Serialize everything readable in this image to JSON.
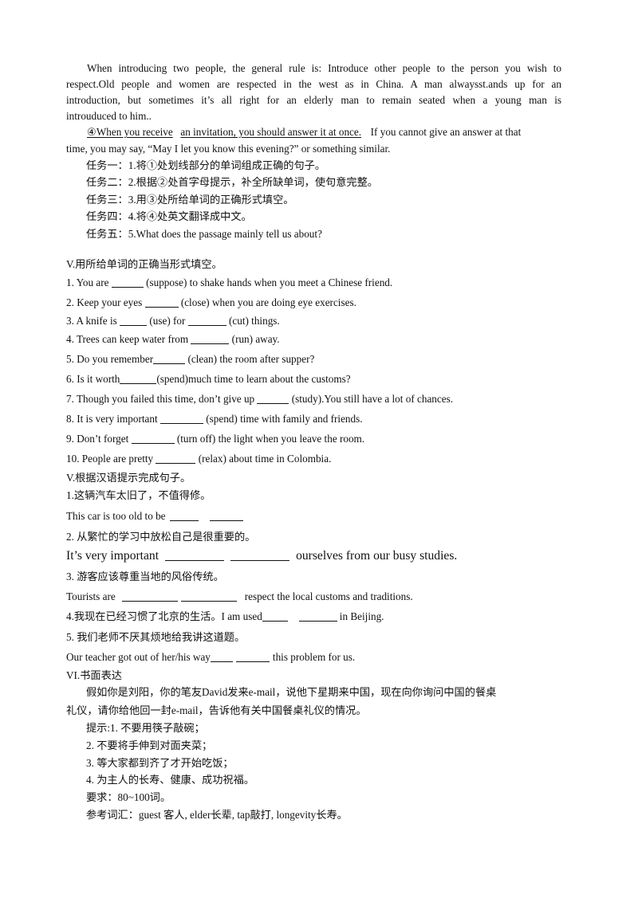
{
  "reading": {
    "para1": [
      "When introducing  two people, the general rule is: Introduce other people to the person you wish to",
      "respect.Old people and women are respected in the west as in China. A man alwaysst.ands up for an",
      "introduction, but sometimes it’s all right for an elderly man to remain seated when a young man is",
      "introuduced to him.."
    ],
    "para2_lead": "④When you receive",
    "para2_underlined": "an invitation, you should answer it at once.",
    "para2_rest": "If you cannot give an answer at that",
    "para2_line2": "time, you may say, “May I let you know this evening?” or something similar.",
    "tasks": [
      "任务一：1.将①处划线部分的单词组成正确的句子。",
      "任务二：2.根据②处首字母提示，补全所缺单词，使句意完整。",
      "任务三：3.用③处所给单词的正确形式填空。",
      "任务四：4.将④处英文翻译成中文。",
      "任务五：5.What does the passage mainly tell us about?"
    ]
  },
  "section5a": {
    "heading": "V.用所给单词的正确当形式填空。",
    "items": [
      [
        "1. You are ",
        " (suppose) to shake hands when you meet a Chinese friend."
      ],
      [
        "2. Keep your eyes ",
        " (close) when you are doing eye exercises."
      ],
      [
        "3. A knife is ",
        " (use) for ",
        " (cut) things."
      ],
      [
        "4. Trees can keep water from ",
        " (run) away."
      ],
      [
        "5. Do you remember",
        " (clean) the room after supper?"
      ],
      [
        "6. Is it worth",
        "(spend)much time to learn about the customs?"
      ],
      [
        "7. Though  you failed this time, don’t give up ",
        " (study).You still have a lot of chances."
      ],
      [
        "8. It is  very important ",
        " (spend) time with family and friends."
      ],
      [
        "9. Don’t forget ",
        " (turn off) the light when you leave the room."
      ],
      [
        "10. People are pretty ",
        " (relax) about time in Colombia."
      ]
    ]
  },
  "section5b": {
    "heading": "V.根据汉语提示完成句子。",
    "q1_cn": "1.这辆汽车太旧了，不值得修。",
    "q1_en": "This car  is too old to be",
    "q2_cn": "2. 从繁忙的学习中放松自己是很重要的。",
    "q2_en_a": "It’s very important",
    "q2_en_b": "ourselves from our busy studies.",
    "q3_cn": "3. 游客应该尊重当地的风俗传统。",
    "q3_en_a": "Tourists are",
    "q3_en_b": "respect the local customs and traditions.",
    "q4_cn": "4.我现在已经习惯了北京的生活。I am used",
    "q4_en_b": "in Beijing.",
    "q5_cn": "5. 我们老师不厌其烦地给我讲这道题。",
    "q5_en_a": "Our teacher got out of her/his way",
    "q5_en_b": "this problem for us."
  },
  "section6": {
    "heading": "VI.书面表达",
    "prompt": [
      "假如你是刘阳，你的笔友David发来e-mail，说他下星期来中国，现在向你询问中国的餐桌",
      "礼仪，请你给他回一封e-mail，告诉他有关中国餐桌礼仪的情况。"
    ],
    "hints": [
      "提示:1. 不要用筷子敲碗；",
      "2. 不要将手伸到对面夹菜；",
      "3. 等大家都到齐了才开始吃饭；",
      "4. 为主人的长寿、健康、成功祝福。",
      "要求：80~100词。",
      "参考词汇：guest 客人, elder长辈, tap敲打, longevity长寿。"
    ]
  }
}
